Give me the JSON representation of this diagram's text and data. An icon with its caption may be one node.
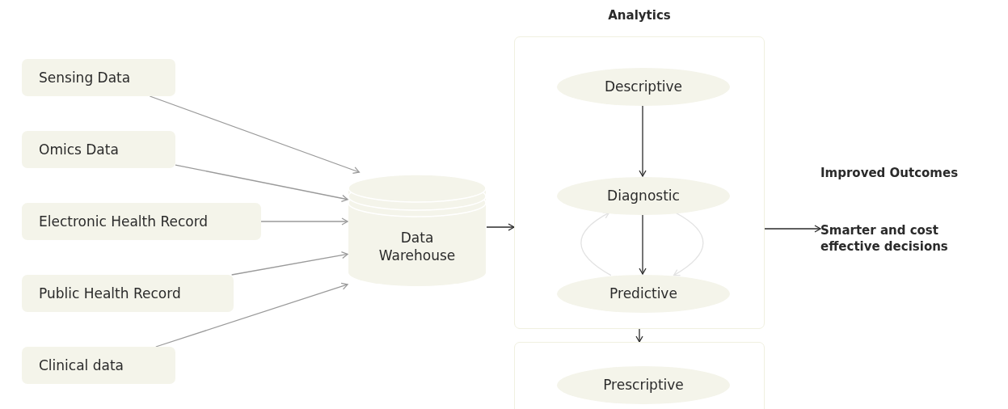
{
  "diagram": {
    "nodes": [
      {
        "text": [
          "Sensing Data"
        ]
      },
      {
        "text": [
          "Omics Data"
        ]
      },
      {
        "text": [
          "Electronic Health Record"
        ]
      },
      {
        "text": [
          "Public Health Record"
        ]
      },
      {
        "text": [
          "Clinical data"
        ]
      },
      {
        "text": [
          "Data Warehouse"
        ]
      },
      {
        "text": [
          "Analytics"
        ]
      },
      {
        "text": [
          "Descriptive"
        ],
        "in": 6
      },
      {
        "text": [
          "Diagnostic"
        ],
        "in": 6
      },
      {
        "text": [
          "Predictive"
        ],
        "in": 6
      },
      {
        "text": [],
        "shape": "box"
      },
      {
        "text": [
          "Prescriptive"
        ],
        "in": 10
      },
      {
        "text": [
          "Improved Outcomes",
          "Smarter and cost effective decisions"
        ]
      }
    ],
    "edges": [
      {
        "from": 0,
        "to": 5,
        "arrow": "to"
      },
      {
        "from": 1,
        "to": 5,
        "arrow": "to"
      },
      {
        "from": 2,
        "to": 5,
        "arrow": "to"
      },
      {
        "from": 3,
        "to": 5,
        "arrow": "to"
      },
      {
        "from": 4,
        "to": 5,
        "arrow": "to"
      },
      {
        "from": 5,
        "to": 6,
        "arrow": "to",
        "color": "#2a2a2a"
      },
      {
        "from": 7,
        "to": 8,
        "arrow": "to",
        "color": "#2a2a2a"
      },
      {
        "from": 8,
        "to": 9,
        "arrow": "to",
        "color": "#2a2a2a"
      },
      {
        "from": 9,
        "to": 8,
        "arrow": "to",
        "color": "#e2e2e2"
      },
      {
        "from": 8,
        "to": 9,
        "arrow": "to",
        "color": "#e2e2e2"
      },
      {
        "from": 6,
        "to": 10,
        "arrow": "to",
        "color": "#2a2a2a"
      },
      {
        "from": 6,
        "to": 12,
        "arrow": "to",
        "color": "#2a2a2a"
      }
    ]
  }
}
